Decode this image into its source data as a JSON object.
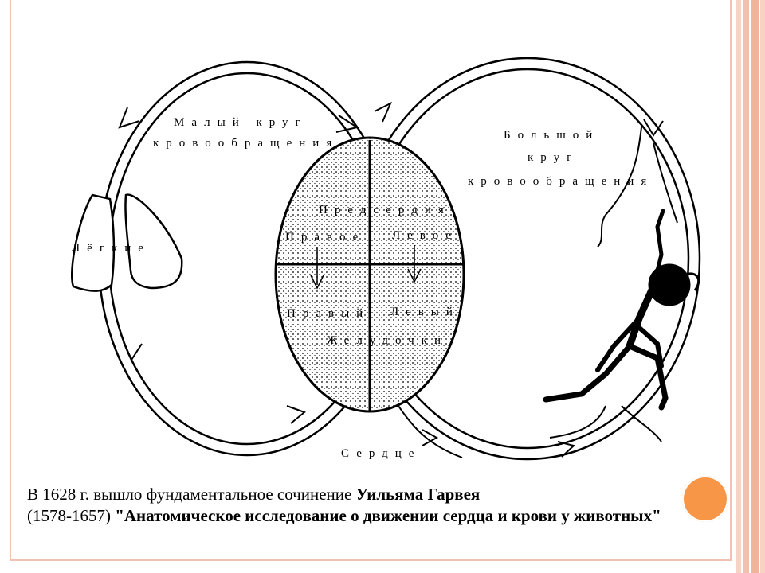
{
  "diagram": {
    "labels": {
      "small_circle_line1": "Малый круг",
      "small_circle_line2": "кровообращения",
      "big_circle_line1": "Большой",
      "big_circle_line2": "круг",
      "big_circle_line3": "кровообращения",
      "lungs": "Лёгкие",
      "atria": "Предсердия",
      "right_atrium": "Правое",
      "left_atrium": "Левое",
      "right_ventricle": "Правый",
      "left_ventricle": "Левый",
      "ventricles": "Желудочки",
      "heart": "Сердце"
    }
  },
  "caption": {
    "text_1": "В 1628 г. вышло фундаментальное сочинение ",
    "author": "Уильяма Гарвея",
    "text_2": "(1578-1657) ",
    "title": "\"Анатомическое исследование о движении сердца и крови у животных\""
  },
  "colors": {
    "accent_orange": "#f79646",
    "frame_pink": "#f0c2b2",
    "stripe_1": "#f6c9b5",
    "stripe_2": "#f3b8a0"
  }
}
